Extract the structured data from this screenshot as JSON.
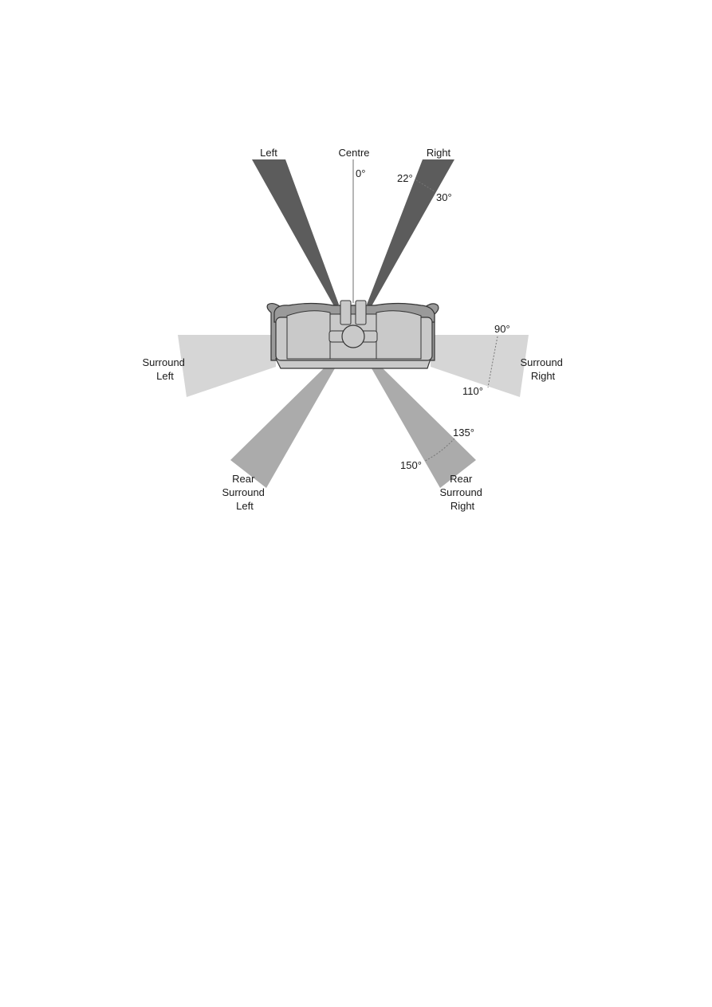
{
  "colors": {
    "front_beam": "#5c5c5c",
    "surround_beam": "#d6d6d6",
    "rear_beam": "#ababab",
    "sofa_fill": "#c9c9c9",
    "sofa_shade": "#9a9a9a",
    "sofa_outline": "#333333",
    "centre_line": "#9d9d9d",
    "arc_line": "#777777"
  },
  "speakers": {
    "left": "Left",
    "centre": "Centre",
    "right": "Right",
    "surround_left": [
      "Surround",
      "Left"
    ],
    "surround_right": [
      "Surround",
      "Right"
    ],
    "rear_surround_left": [
      "Rear",
      "Surround",
      "Left"
    ],
    "rear_surround_right": [
      "Rear",
      "Surround",
      "Right"
    ]
  },
  "angles": {
    "centre": "0°",
    "front_min": "22°",
    "front_max": "30°",
    "surround_min": "90°",
    "surround_max": "110°",
    "rear_min": "135°",
    "rear_max": "150°"
  }
}
